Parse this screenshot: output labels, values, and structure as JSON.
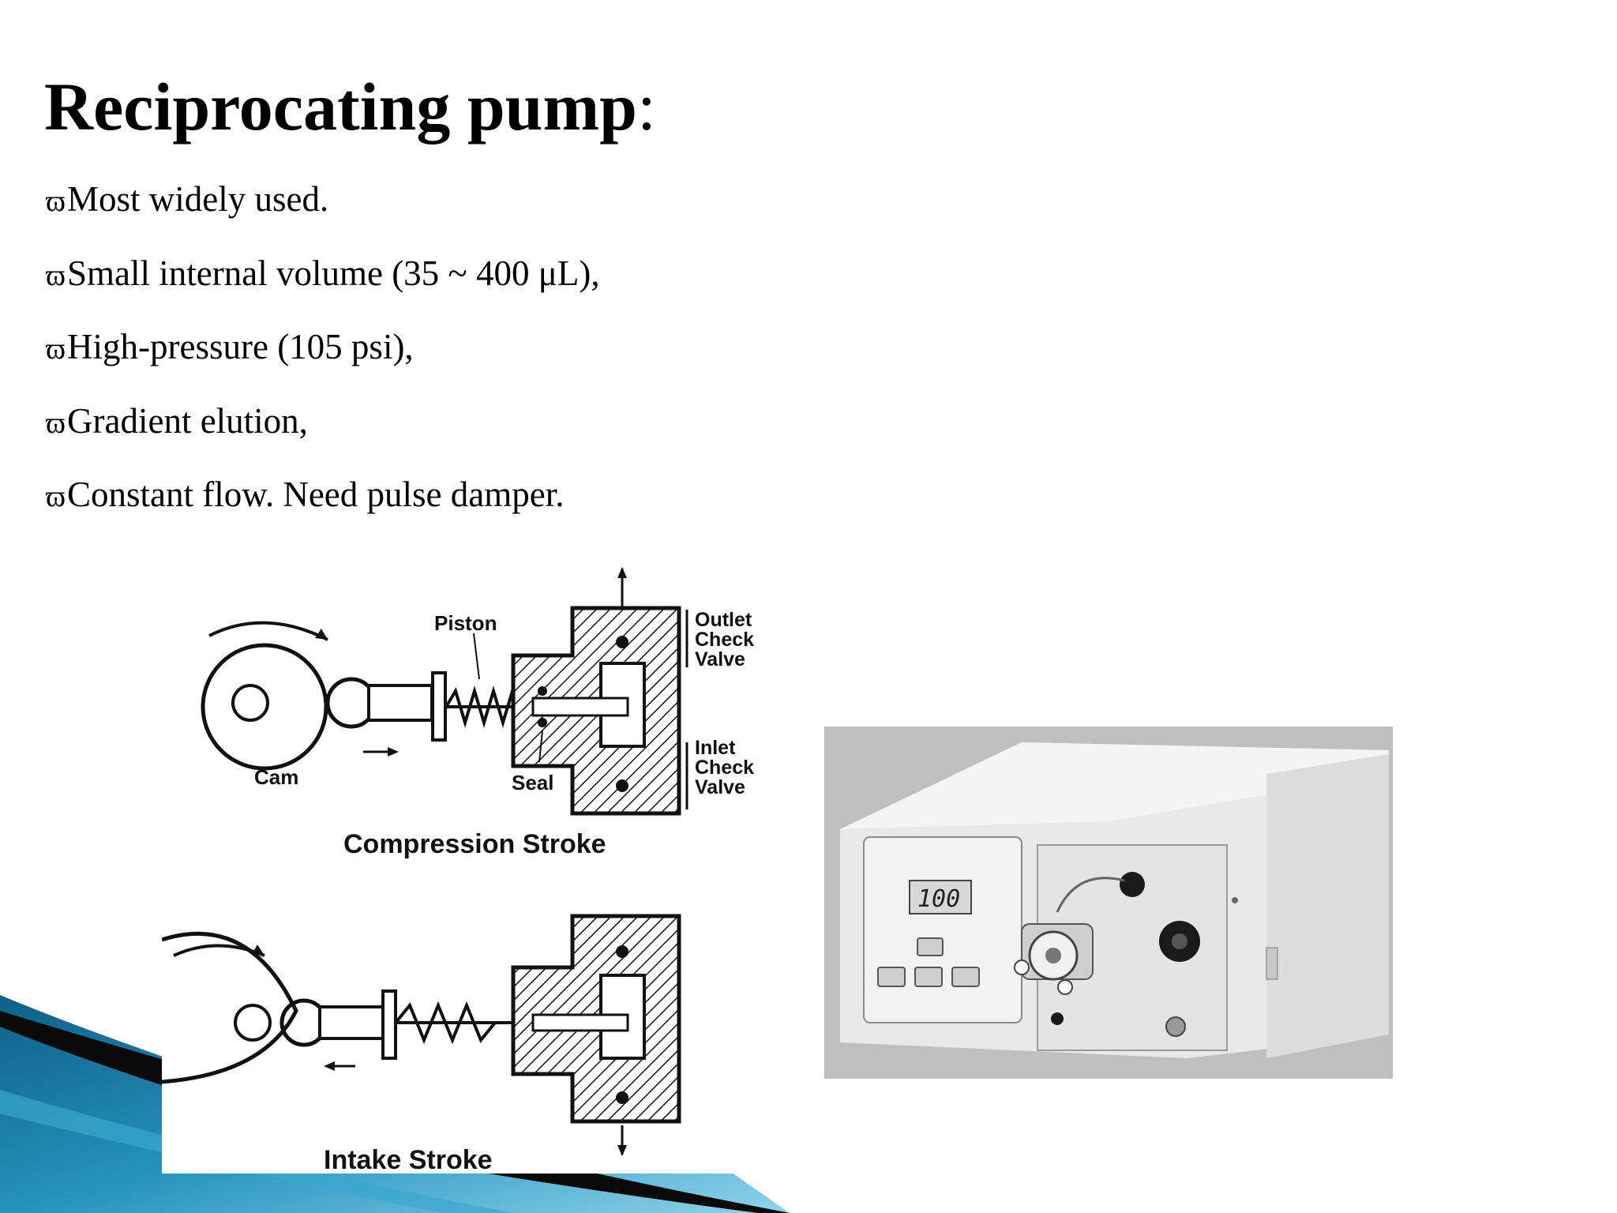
{
  "slide": {
    "title": "Reciprocating pump",
    "title_suffix": ":",
    "bullet_glyph": "ϖ",
    "bullets": [
      "Most widely used.",
      "Small internal volume (35 ~ 400 μL),",
      "High-pressure (105 psi),",
      "Gradient elution,",
      "Constant flow. Need pulse damper."
    ]
  },
  "diagram": {
    "compression": {
      "piston_label": "Piston",
      "cam_label": "Cam",
      "seal_label": "Seal",
      "outlet_label": [
        "Outlet",
        "Check",
        "Valve"
      ],
      "inlet_label": [
        "Inlet",
        "Check",
        "Valve"
      ],
      "caption": "Compression Stroke"
    },
    "intake": {
      "caption": "Intake Stroke"
    }
  },
  "photo": {
    "display_readout": "100"
  },
  "colors": {
    "swoosh_dark": "#0a0a0a",
    "swoosh_teal": "#1f7fa6",
    "swoosh_light": "#7fcbe3"
  }
}
